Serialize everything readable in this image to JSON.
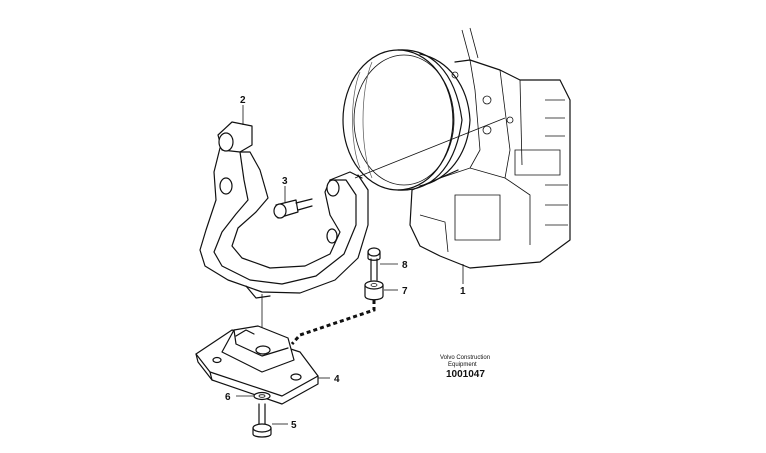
{
  "callouts": [
    {
      "id": "1",
      "label": "1"
    },
    {
      "id": "2",
      "label": "2"
    },
    {
      "id": "3",
      "label": "3"
    },
    {
      "id": "4",
      "label": "4"
    },
    {
      "id": "5",
      "label": "5"
    },
    {
      "id": "6",
      "label": "6"
    },
    {
      "id": "7",
      "label": "7"
    },
    {
      "id": "8",
      "label": "8"
    }
  ],
  "copyright": {
    "line1": "Volvo Construction",
    "line2": "Equipment",
    "drawing_number": "1001047"
  }
}
